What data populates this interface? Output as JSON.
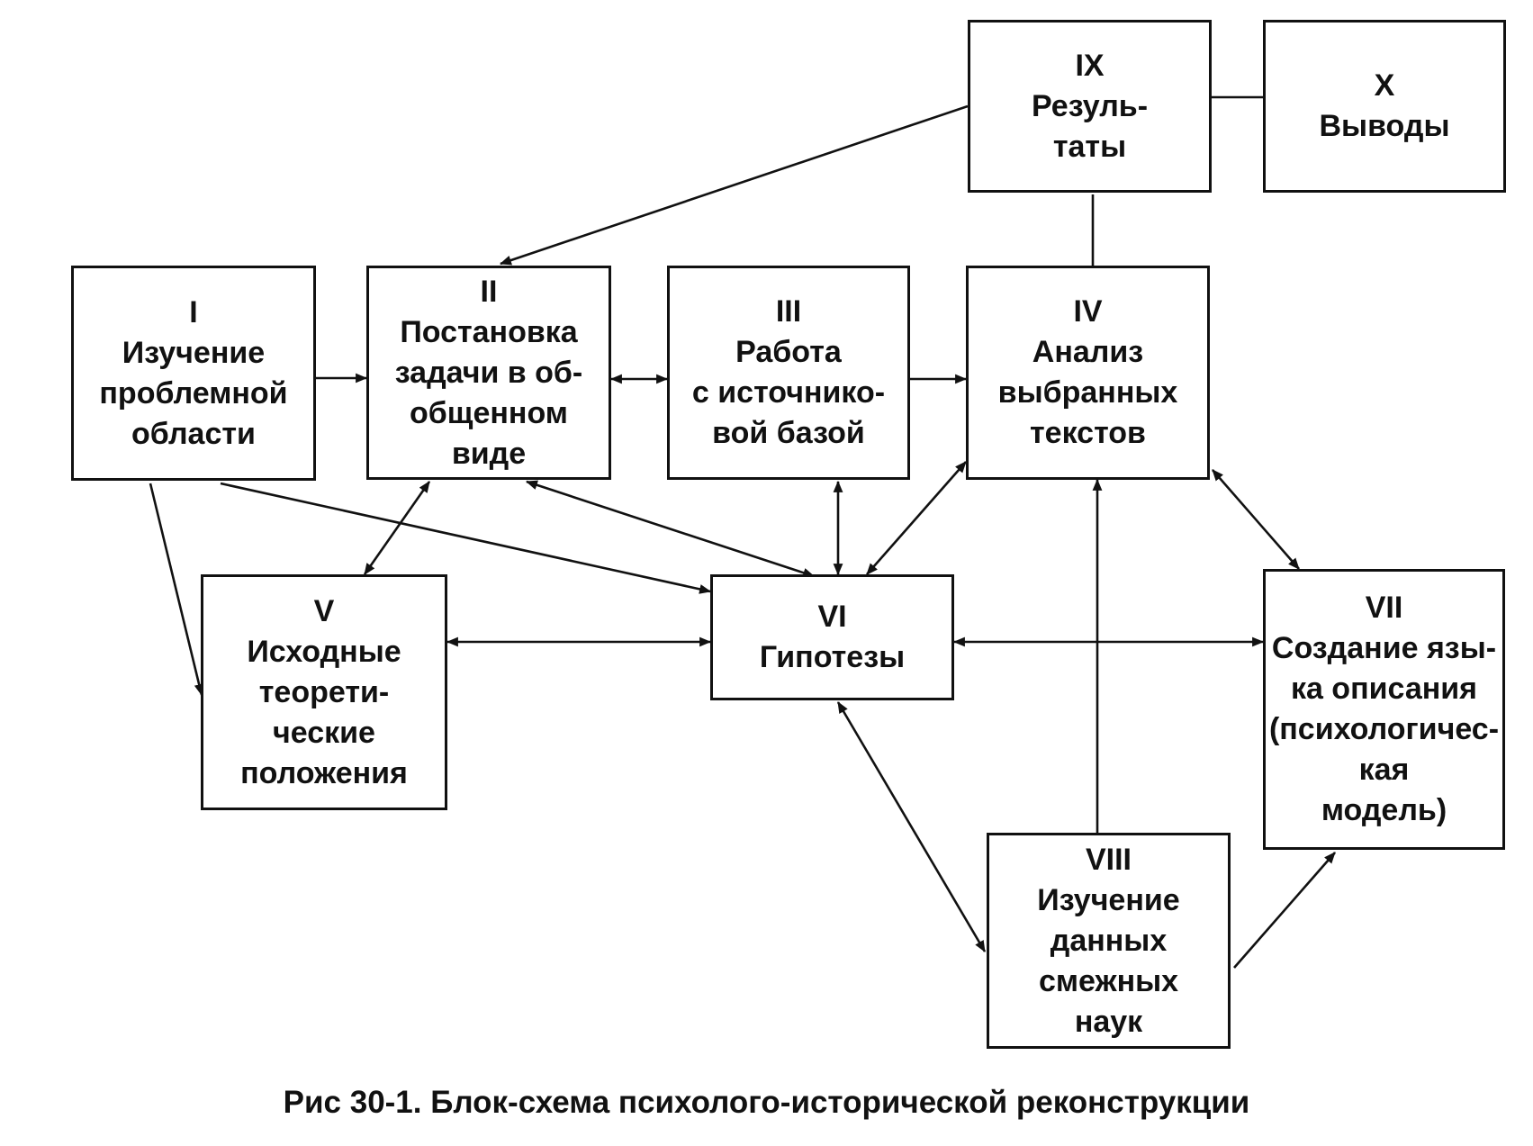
{
  "diagram": {
    "boxes": [
      {
        "id": "I",
        "num": "I",
        "text": "Изучение\nпроблемной\nобласти"
      },
      {
        "id": "II",
        "num": "II",
        "text": "Постановка\nзадачи в об-\nобщенном\nвиде"
      },
      {
        "id": "III",
        "num": "III",
        "text": "Работа\nс источнико-\nвой базой"
      },
      {
        "id": "IV",
        "num": "IV",
        "text": "Анализ\nвыбранных\nтекстов"
      },
      {
        "id": "V",
        "num": "V",
        "text": "Исходные\nтеорети-\nческие\nположения"
      },
      {
        "id": "VI",
        "num": "VI",
        "text": "Гипотезы"
      },
      {
        "id": "VII",
        "num": "VII",
        "text": "Создание язы-\nка описания\n(психологичес-\nкая\nмодель)"
      },
      {
        "id": "VIII",
        "num": "VIII",
        "text": "Изучение\nданных\nсмежных\nнаук"
      },
      {
        "id": "IX",
        "num": "IX",
        "text": "Резуль-\nтаты"
      },
      {
        "id": "X",
        "num": "X",
        "text": "Выводы"
      }
    ],
    "connections": [
      {
        "from": "I",
        "to": "II",
        "type": "arrow"
      },
      {
        "from": "I",
        "to": "V",
        "type": "arrow"
      },
      {
        "from": "I",
        "to": "VI",
        "type": "arrow"
      },
      {
        "from": "II",
        "to": "III",
        "type": "bidirectional"
      },
      {
        "from": "II",
        "to": "V",
        "type": "bidirectional"
      },
      {
        "from": "II",
        "to": "VI",
        "type": "bidirectional"
      },
      {
        "from": "III",
        "to": "IV",
        "type": "arrow"
      },
      {
        "from": "III",
        "to": "VI",
        "type": "bidirectional"
      },
      {
        "from": "IV",
        "to": "VI",
        "type": "bidirectional"
      },
      {
        "from": "IV",
        "to": "VII",
        "type": "bidirectional"
      },
      {
        "from": "IV",
        "to": "IX",
        "type": "line"
      },
      {
        "from": "V",
        "to": "VI",
        "type": "bidirectional"
      },
      {
        "from": "VI",
        "to": "VII",
        "type": "bidirectional"
      },
      {
        "from": "VI",
        "to": "VIII",
        "type": "bidirectional"
      },
      {
        "from": "VIII",
        "to": "IV",
        "type": "arrow"
      },
      {
        "from": "VIII",
        "to": "VII",
        "type": "arrow"
      },
      {
        "from": "IX",
        "to": "II",
        "type": "arrow"
      },
      {
        "from": "IX",
        "to": "X",
        "type": "line"
      }
    ]
  },
  "caption": "Рис 30-1. Блок-схема психолого-исторической реконструкции",
  "colors": {
    "line": "#111111",
    "background": "#ffffff"
  }
}
